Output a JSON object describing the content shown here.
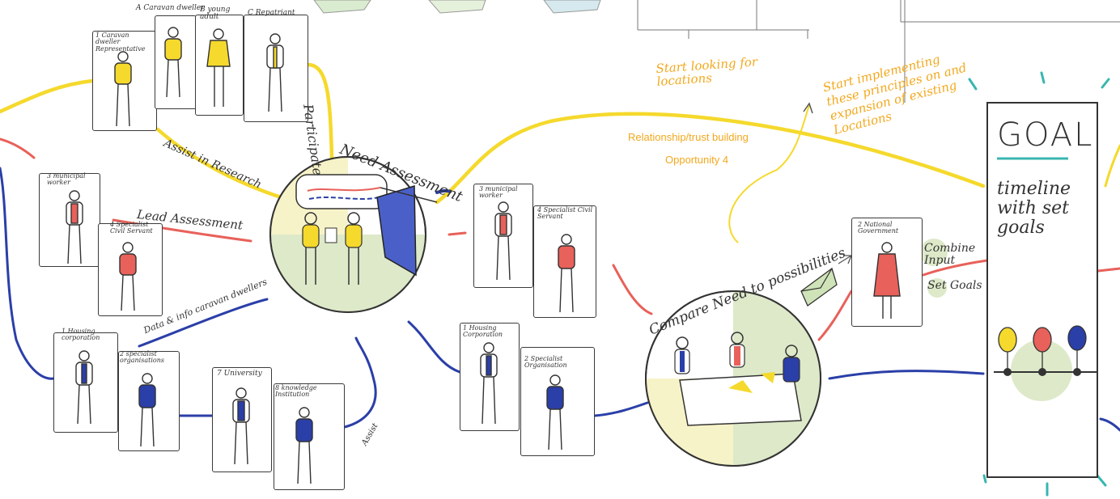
{
  "colors": {
    "yellow": "#f5d92c",
    "blue": "#2b3fa8",
    "red": "#e8615a",
    "teal": "#39b6b0",
    "green": "#cfe3b8",
    "orange": "#f2a81d"
  },
  "labels": {
    "participate": "Participate",
    "assist_research": "Assist in Research",
    "lead_assessment": "Lead Assessment",
    "data_info": "Data & info caravan dwellers",
    "assist": "Assist",
    "need_assessment": "Need Assessment",
    "compare": "Compare Need to possibilities",
    "start_looking": "Start looking for locations",
    "start_implementing": "Start implementing these principles on and expansion of existing Locations",
    "relationship": "Relationship/trust building",
    "opportunity": "Opportunity 4",
    "combine_input": "Combine Input",
    "set_goals": "Set Goals",
    "goal": "GOAL",
    "timeline": "timeline with set goals"
  },
  "actors": {
    "a1": "1 Caravan dweller Representative",
    "a2": "A Caravan dweller",
    "a3": "B young adult",
    "a4": "C Repatriant",
    "m3a": "3 municipal worker",
    "s4a": "4 Specialist Civil Servant",
    "h1a": "1 Housing corporation",
    "o2a": "2 specialist organisations",
    "u7": "7 University",
    "k8": "8 knowledge Institution",
    "m3b": "3 municipal worker",
    "s4b": "4 Specialist Civil Servant",
    "h1b": "1 Housing Corporation",
    "o2b": "2 Specialist Organisation",
    "ng": "2 National Government"
  }
}
